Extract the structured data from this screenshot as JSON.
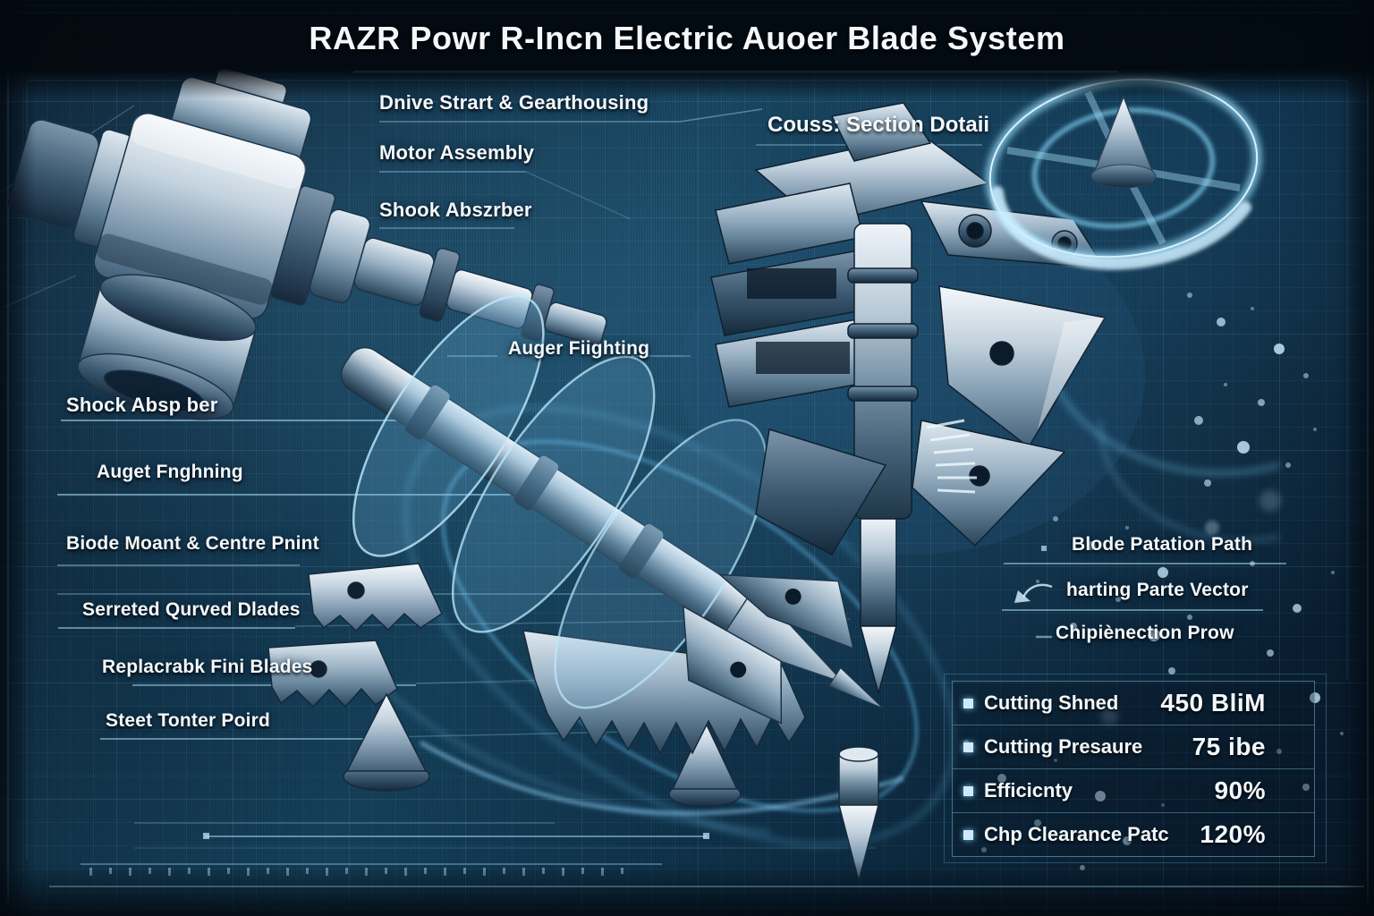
{
  "title": "RAZR Powr R-Incn Electric Auoer Blade System",
  "section": {
    "title": "Couss: Section Dotaii"
  },
  "callouts": {
    "drive_shaft": "Dnive Strart & Gearthousing",
    "motor_assembly": "Motor Assembly",
    "shock_absorber_top": "Shook Abszrber",
    "auger_flighting_center": "Auger Fiighting",
    "shock_absorber_left": "Shock Absp ber",
    "auger_flighting_left": "Auget Fnghning",
    "blade_mount": "Biode Moant & Centre Pnint",
    "serrated_blades": "Serreted Qurved Dlades",
    "replaceable_blades": "Replacrabk Fini Blades",
    "center_point": "Steet Tonter Poird",
    "rotation_path": "Blode Patation Path",
    "parts_vector": "harting Parte Vector",
    "chip_ejection": "Chipiènection Prow"
  },
  "stats": {
    "rows": [
      {
        "label": "Cutting Shned",
        "value": "450 BliM"
      },
      {
        "label": "Cutting Presaure",
        "value": "75 ibe"
      },
      {
        "label": "Efficicnty",
        "value": "90%"
      },
      {
        "label": "Chp Clearance Patc",
        "value": "120%"
      }
    ]
  },
  "icons": {
    "stat_bullet": "square-glow-bullet",
    "rotation_halo": "glowing-ring-with-cone",
    "parts_vector_arrow": "curved-arrow"
  },
  "colors": {
    "accent": "#7fd4ff",
    "glow": "#9fe0ff",
    "line": "#4f93b5",
    "background": "#0d2133",
    "text": "#f2f7fb"
  }
}
